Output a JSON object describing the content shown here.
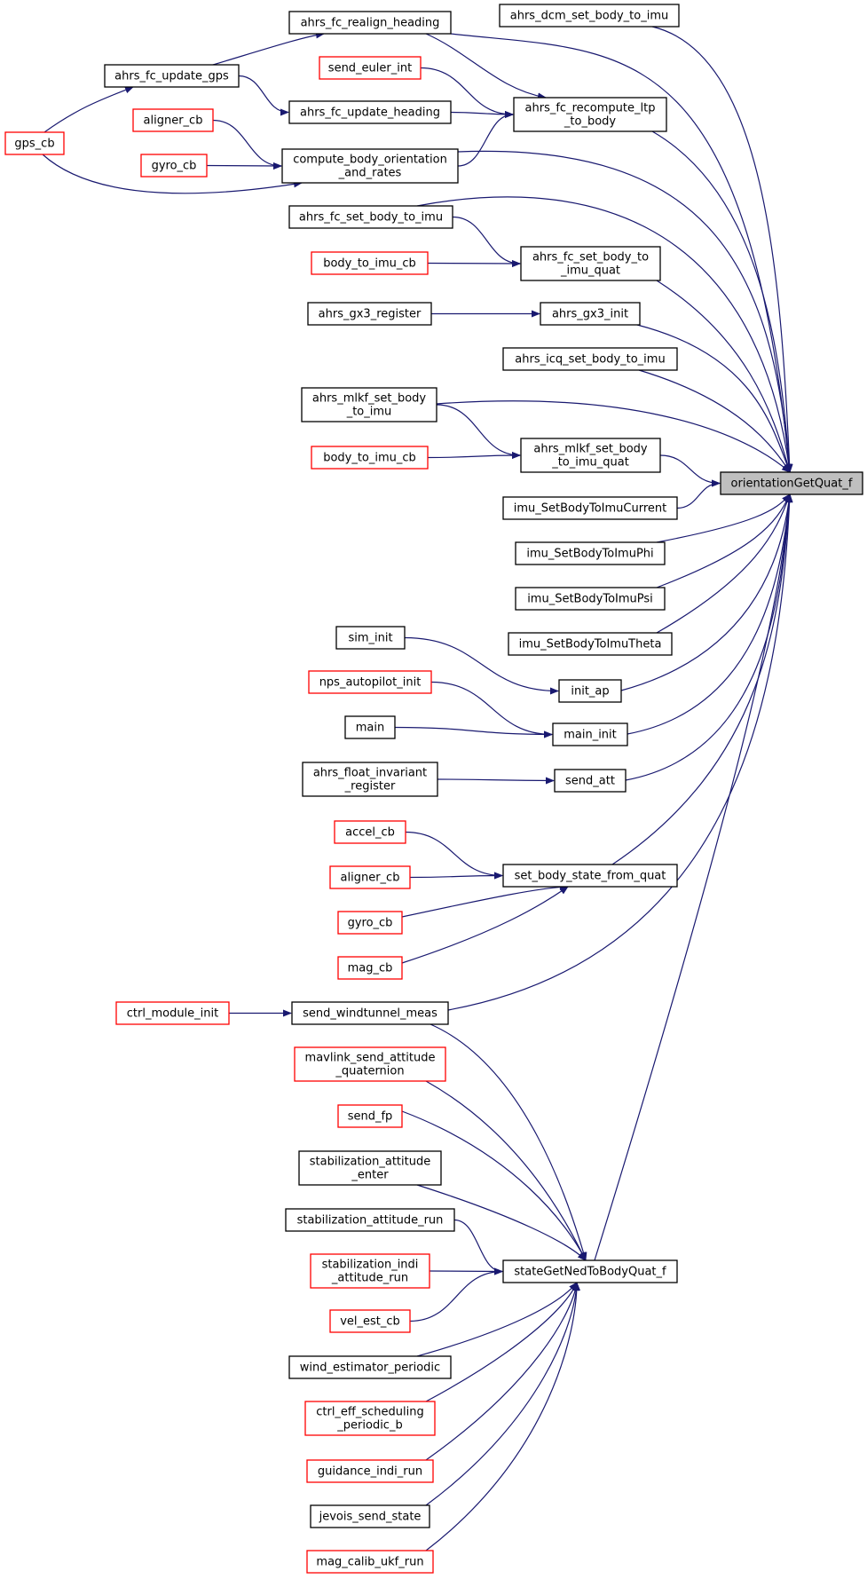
{
  "root": "orientationGetQuat_f",
  "nodes": [
    {
      "id": "orientationGetQuat_f",
      "lines": [
        "orientationGetQuat_f"
      ],
      "style": "root"
    },
    {
      "id": "ahrs_fc_realign_heading",
      "lines": [
        "ahrs_fc_realign_heading"
      ],
      "style": "black"
    },
    {
      "id": "ahrs_dcm_set_body_to_imu",
      "lines": [
        "ahrs_dcm_set_body_to_imu"
      ],
      "style": "black"
    },
    {
      "id": "send_euler_int",
      "lines": [
        "send_euler_int"
      ],
      "style": "red"
    },
    {
      "id": "ahrs_fc_update_gps",
      "lines": [
        "ahrs_fc_update_gps"
      ],
      "style": "black"
    },
    {
      "id": "ahrs_fc_recompute_ltp_to_body",
      "lines": [
        "ahrs_fc_recompute_ltp",
        "_to_body"
      ],
      "style": "black"
    },
    {
      "id": "ahrs_fc_update_heading",
      "lines": [
        "ahrs_fc_update_heading"
      ],
      "style": "black"
    },
    {
      "id": "aligner_cb_1",
      "lines": [
        "aligner_cb"
      ],
      "style": "red"
    },
    {
      "id": "gps_cb",
      "lines": [
        "gps_cb"
      ],
      "style": "red"
    },
    {
      "id": "compute_body_orientation_and_rates",
      "lines": [
        "compute_body_orientation",
        "_and_rates"
      ],
      "style": "black"
    },
    {
      "id": "gyro_cb_1",
      "lines": [
        "gyro_cb"
      ],
      "style": "red"
    },
    {
      "id": "ahrs_fc_set_body_to_imu",
      "lines": [
        "ahrs_fc_set_body_to_imu"
      ],
      "style": "black"
    },
    {
      "id": "ahrs_fc_set_body_to_imu_quat",
      "lines": [
        "ahrs_fc_set_body_to",
        "_imu_quat"
      ],
      "style": "black"
    },
    {
      "id": "body_to_imu_cb_1",
      "lines": [
        "body_to_imu_cb"
      ],
      "style": "red"
    },
    {
      "id": "ahrs_gx3_register",
      "lines": [
        "ahrs_gx3_register"
      ],
      "style": "black"
    },
    {
      "id": "ahrs_gx3_init",
      "lines": [
        "ahrs_gx3_init"
      ],
      "style": "black"
    },
    {
      "id": "ahrs_icq_set_body_to_imu",
      "lines": [
        "ahrs_icq_set_body_to_imu"
      ],
      "style": "black"
    },
    {
      "id": "ahrs_mlkf_set_body_to_imu",
      "lines": [
        "ahrs_mlkf_set_body",
        "_to_imu"
      ],
      "style": "black"
    },
    {
      "id": "ahrs_mlkf_set_body_to_imu_quat",
      "lines": [
        "ahrs_mlkf_set_body",
        "_to_imu_quat"
      ],
      "style": "black"
    },
    {
      "id": "body_to_imu_cb_2",
      "lines": [
        "body_to_imu_cb"
      ],
      "style": "red"
    },
    {
      "id": "imu_SetBodyToImuCurrent",
      "lines": [
        "imu_SetBodyToImuCurrent"
      ],
      "style": "black"
    },
    {
      "id": "imu_SetBodyToImuPhi",
      "lines": [
        "imu_SetBodyToImuPhi"
      ],
      "style": "black"
    },
    {
      "id": "imu_SetBodyToImuPsi",
      "lines": [
        "imu_SetBodyToImuPsi"
      ],
      "style": "black"
    },
    {
      "id": "imu_SetBodyToImuTheta",
      "lines": [
        "imu_SetBodyToImuTheta"
      ],
      "style": "black"
    },
    {
      "id": "sim_init",
      "lines": [
        "sim_init"
      ],
      "style": "black"
    },
    {
      "id": "init_ap",
      "lines": [
        "init_ap"
      ],
      "style": "black"
    },
    {
      "id": "nps_autopilot_init",
      "lines": [
        "nps_autopilot_init"
      ],
      "style": "red"
    },
    {
      "id": "main",
      "lines": [
        "main"
      ],
      "style": "black"
    },
    {
      "id": "main_init",
      "lines": [
        "main_init"
      ],
      "style": "black"
    },
    {
      "id": "ahrs_float_invariant_register",
      "lines": [
        "ahrs_float_invariant",
        "_register"
      ],
      "style": "black"
    },
    {
      "id": "send_att",
      "lines": [
        "send_att"
      ],
      "style": "black"
    },
    {
      "id": "accel_cb",
      "lines": [
        "accel_cb"
      ],
      "style": "red"
    },
    {
      "id": "aligner_cb_2",
      "lines": [
        "aligner_cb"
      ],
      "style": "red"
    },
    {
      "id": "set_body_state_from_quat",
      "lines": [
        "set_body_state_from_quat"
      ],
      "style": "black"
    },
    {
      "id": "gyro_cb_2",
      "lines": [
        "gyro_cb"
      ],
      "style": "red"
    },
    {
      "id": "mag_cb",
      "lines": [
        "mag_cb"
      ],
      "style": "red"
    },
    {
      "id": "ctrl_module_init",
      "lines": [
        "ctrl_module_init"
      ],
      "style": "red"
    },
    {
      "id": "send_windtunnel_meas",
      "lines": [
        "send_windtunnel_meas"
      ],
      "style": "black"
    },
    {
      "id": "mavlink_send_attitude_quaternion",
      "lines": [
        "mavlink_send_attitude",
        "_quaternion"
      ],
      "style": "red"
    },
    {
      "id": "send_fp",
      "lines": [
        "send_fp"
      ],
      "style": "red"
    },
    {
      "id": "stabilization_attitude_enter",
      "lines": [
        "stabilization_attitude",
        "_enter"
      ],
      "style": "black"
    },
    {
      "id": "stabilization_attitude_run",
      "lines": [
        "stabilization_attitude_run"
      ],
      "style": "black"
    },
    {
      "id": "stabilization_indi_attitude_run",
      "lines": [
        "stabilization_indi",
        "_attitude_run"
      ],
      "style": "red"
    },
    {
      "id": "stateGetNedToBodyQuat_f",
      "lines": [
        "stateGetNedToBodyQuat_f"
      ],
      "style": "black"
    },
    {
      "id": "vel_est_cb",
      "lines": [
        "vel_est_cb"
      ],
      "style": "red"
    },
    {
      "id": "wind_estimator_periodic",
      "lines": [
        "wind_estimator_periodic"
      ],
      "style": "black"
    },
    {
      "id": "ctrl_eff_scheduling_periodic_b",
      "lines": [
        "ctrl_eff_scheduling",
        "_periodic_b"
      ],
      "style": "red"
    },
    {
      "id": "guidance_indi_run",
      "lines": [
        "guidance_indi_run"
      ],
      "style": "red"
    },
    {
      "id": "jevois_send_state",
      "lines": [
        "jevois_send_state"
      ],
      "style": "black"
    },
    {
      "id": "mag_calib_ukf_run",
      "lines": [
        "mag_calib_ukf_run"
      ],
      "style": "red"
    }
  ],
  "edges": [
    {
      "from": "ahrs_fc_realign_heading",
      "to": "orientationGetQuat_f"
    },
    {
      "from": "ahrs_fc_realign_heading",
      "to": "ahrs_fc_recompute_ltp_to_body"
    },
    {
      "from": "ahrs_dcm_set_body_to_imu",
      "to": "orientationGetQuat_f"
    },
    {
      "from": "ahrs_fc_update_gps",
      "to": "ahrs_fc_realign_heading"
    },
    {
      "from": "ahrs_fc_update_gps",
      "to": "ahrs_fc_update_heading"
    },
    {
      "from": "gps_cb",
      "to": "ahrs_fc_update_gps"
    },
    {
      "from": "gps_cb",
      "to": "compute_body_orientation_and_rates"
    },
    {
      "from": "send_euler_int",
      "to": "ahrs_fc_recompute_ltp_to_body"
    },
    {
      "from": "ahrs_fc_update_heading",
      "to": "ahrs_fc_recompute_ltp_to_body"
    },
    {
      "from": "compute_body_orientation_and_rates",
      "to": "ahrs_fc_recompute_ltp_to_body"
    },
    {
      "from": "compute_body_orientation_and_rates",
      "to": "orientationGetQuat_f"
    },
    {
      "from": "ahrs_fc_recompute_ltp_to_body",
      "to": "orientationGetQuat_f"
    },
    {
      "from": "aligner_cb_1",
      "to": "compute_body_orientation_and_rates"
    },
    {
      "from": "gyro_cb_1",
      "to": "compute_body_orientation_and_rates"
    },
    {
      "from": "ahrs_fc_set_body_to_imu",
      "to": "orientationGetQuat_f"
    },
    {
      "from": "ahrs_fc_set_body_to_imu",
      "to": "ahrs_fc_set_body_to_imu_quat"
    },
    {
      "from": "body_to_imu_cb_1",
      "to": "ahrs_fc_set_body_to_imu_quat"
    },
    {
      "from": "ahrs_fc_set_body_to_imu_quat",
      "to": "orientationGetQuat_f"
    },
    {
      "from": "ahrs_gx3_register",
      "to": "ahrs_gx3_init"
    },
    {
      "from": "ahrs_gx3_init",
      "to": "orientationGetQuat_f"
    },
    {
      "from": "ahrs_icq_set_body_to_imu",
      "to": "orientationGetQuat_f"
    },
    {
      "from": "ahrs_mlkf_set_body_to_imu",
      "to": "orientationGetQuat_f"
    },
    {
      "from": "ahrs_mlkf_set_body_to_imu",
      "to": "ahrs_mlkf_set_body_to_imu_quat"
    },
    {
      "from": "body_to_imu_cb_2",
      "to": "ahrs_mlkf_set_body_to_imu_quat"
    },
    {
      "from": "ahrs_mlkf_set_body_to_imu_quat",
      "to": "orientationGetQuat_f"
    },
    {
      "from": "imu_SetBodyToImuCurrent",
      "to": "orientationGetQuat_f"
    },
    {
      "from": "imu_SetBodyToImuPhi",
      "to": "orientationGetQuat_f"
    },
    {
      "from": "imu_SetBodyToImuPsi",
      "to": "orientationGetQuat_f"
    },
    {
      "from": "imu_SetBodyToImuTheta",
      "to": "orientationGetQuat_f"
    },
    {
      "from": "sim_init",
      "to": "init_ap"
    },
    {
      "from": "init_ap",
      "to": "orientationGetQuat_f"
    },
    {
      "from": "nps_autopilot_init",
      "to": "main_init"
    },
    {
      "from": "main",
      "to": "main_init"
    },
    {
      "from": "main_init",
      "to": "orientationGetQuat_f"
    },
    {
      "from": "ahrs_float_invariant_register",
      "to": "send_att"
    },
    {
      "from": "send_att",
      "to": "orientationGetQuat_f"
    },
    {
      "from": "accel_cb",
      "to": "set_body_state_from_quat"
    },
    {
      "from": "aligner_cb_2",
      "to": "set_body_state_from_quat"
    },
    {
      "from": "gyro_cb_2",
      "to": "set_body_state_from_quat"
    },
    {
      "from": "mag_cb",
      "to": "set_body_state_from_quat"
    },
    {
      "from": "set_body_state_from_quat",
      "to": "orientationGetQuat_f"
    },
    {
      "from": "ctrl_module_init",
      "to": "send_windtunnel_meas"
    },
    {
      "from": "send_windtunnel_meas",
      "to": "orientationGetQuat_f"
    },
    {
      "from": "send_windtunnel_meas",
      "to": "stateGetNedToBodyQuat_f"
    },
    {
      "from": "mavlink_send_attitude_quaternion",
      "to": "stateGetNedToBodyQuat_f"
    },
    {
      "from": "send_fp",
      "to": "stateGetNedToBodyQuat_f"
    },
    {
      "from": "stabilization_attitude_enter",
      "to": "stateGetNedToBodyQuat_f"
    },
    {
      "from": "stabilization_attitude_run",
      "to": "stateGetNedToBodyQuat_f"
    },
    {
      "from": "stabilization_indi_attitude_run",
      "to": "stateGetNedToBodyQuat_f"
    },
    {
      "from": "vel_est_cb",
      "to": "stateGetNedToBodyQuat_f"
    },
    {
      "from": "wind_estimator_periodic",
      "to": "stateGetNedToBodyQuat_f"
    },
    {
      "from": "ctrl_eff_scheduling_periodic_b",
      "to": "stateGetNedToBodyQuat_f"
    },
    {
      "from": "guidance_indi_run",
      "to": "stateGetNedToBodyQuat_f"
    },
    {
      "from": "jevois_send_state",
      "to": "stateGetNedToBodyQuat_f"
    },
    {
      "from": "mag_calib_ukf_run",
      "to": "stateGetNedToBodyQuat_f"
    },
    {
      "from": "stateGetNedToBodyQuat_f",
      "to": "orientationGetQuat_f"
    }
  ]
}
